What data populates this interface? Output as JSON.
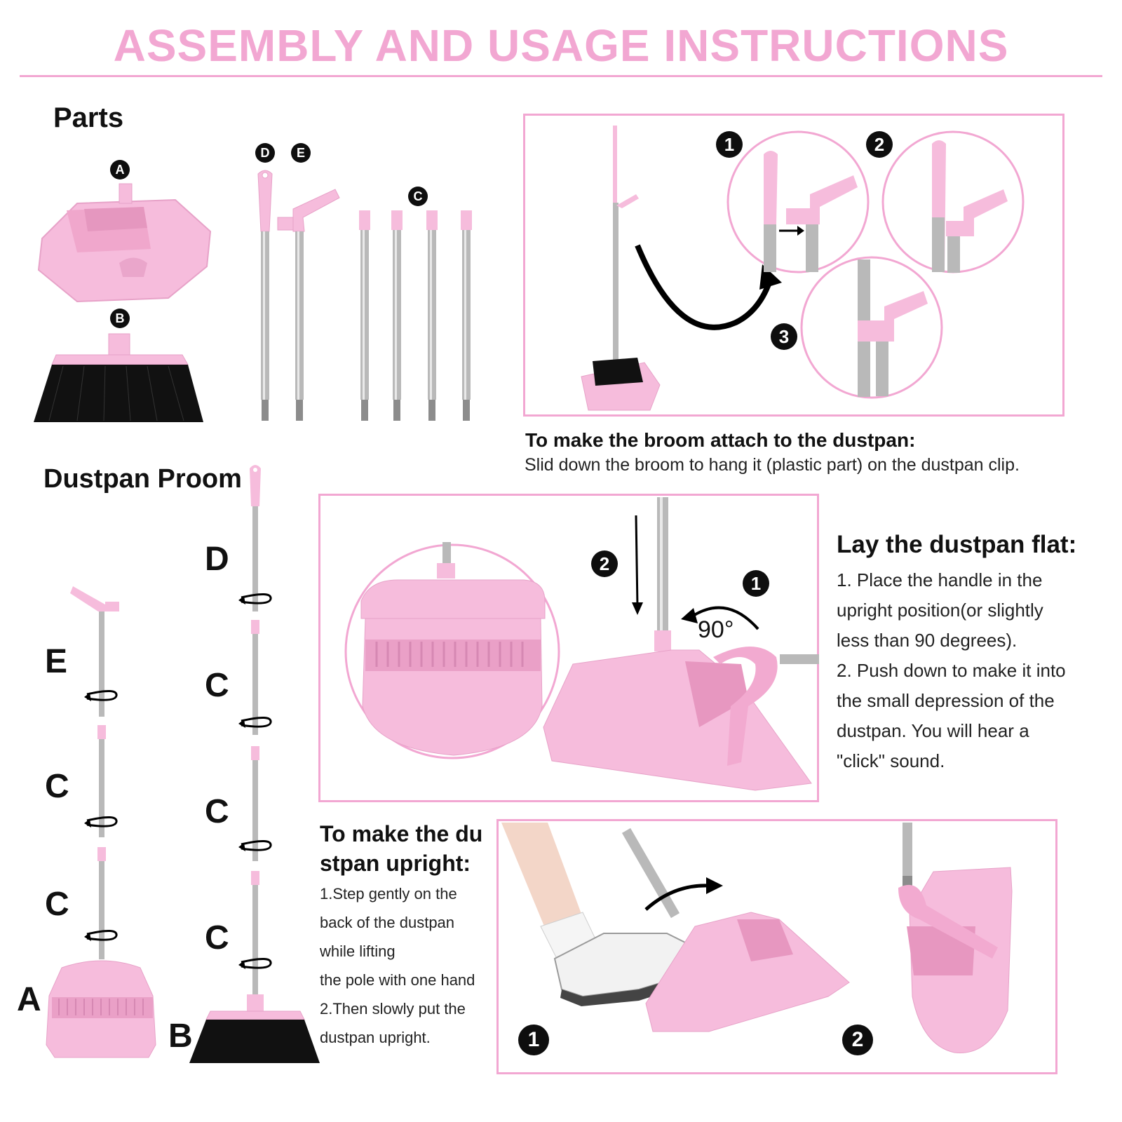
{
  "header": {
    "title": "ASSEMBLY AND USAGE INSTRUCTIONS"
  },
  "parts": {
    "heading": "Parts",
    "labels": {
      "a": "A",
      "b": "B",
      "c": "C",
      "d": "D",
      "e": "E"
    }
  },
  "attach": {
    "steps": [
      "1",
      "2",
      "3"
    ],
    "caption_title": "To make the broom attach to the dustpan:",
    "caption_text": "Slid down the broom to hang it (plastic part) on the dustpan clip."
  },
  "proom": {
    "heading": "Dustpan Proom",
    "left_column": [
      "E",
      "C",
      "C",
      "A"
    ],
    "right_column": [
      "D",
      "C",
      "C",
      "C",
      "B"
    ]
  },
  "flat": {
    "steps": [
      "2",
      "1"
    ],
    "angle": "90°",
    "title": "Lay the dustpan flat:",
    "lines": [
      "1. Place the handle in the",
      "upright position(or slightly",
      "less than 90 degrees).",
      "2. Push down to make it into",
      "the small depression of the",
      "dustpan. You will hear a",
      "\"click\" sound."
    ]
  },
  "upright": {
    "title_line1": "To make the du",
    "title_line2": "stpan upright:",
    "lines": [
      "1.Step gently on the",
      "back of the dustpan",
      "while lifting",
      "the pole with one hand",
      "2.Then slowly put the",
      "dustpan upright."
    ],
    "steps": [
      "1",
      "2"
    ]
  },
  "colors": {
    "accent_pink": "#f2a7d2",
    "plastic_pink": "#f5b8dc",
    "dark_pink": "#e79ac6",
    "bristle": "#111111"
  }
}
